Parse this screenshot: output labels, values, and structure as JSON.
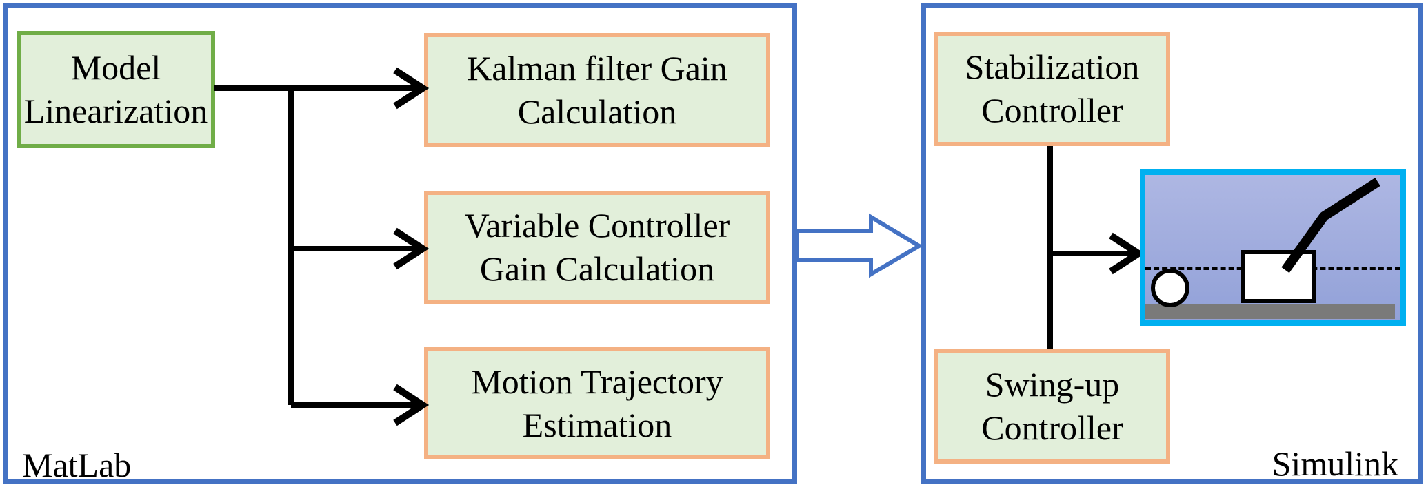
{
  "diagram": {
    "panels": {
      "matlab": {
        "label": "MatLab",
        "boxes": {
          "model": "Model\nLinearization",
          "kalman": "Kalman filter Gain\nCalculation",
          "variable": "Variable Controller\nGain Calculation",
          "motion": "Motion Trajectory\nEstimation"
        }
      },
      "simulink": {
        "label": "Simulink",
        "boxes": {
          "stabilization": "Stabilization\nController",
          "swingup": "Swing-up\nController"
        }
      }
    },
    "colors": {
      "panel_border": "#4472c4",
      "green_box_border": "#70ad47",
      "orange_box_border": "#f4b183",
      "box_fill": "#e2efda",
      "sim_border": "#00b0f0",
      "sim_background_top": "#aeb7e3",
      "sim_background_bottom": "#92a1d8",
      "ground": "#7a7a7a",
      "connector": "#000000"
    }
  }
}
